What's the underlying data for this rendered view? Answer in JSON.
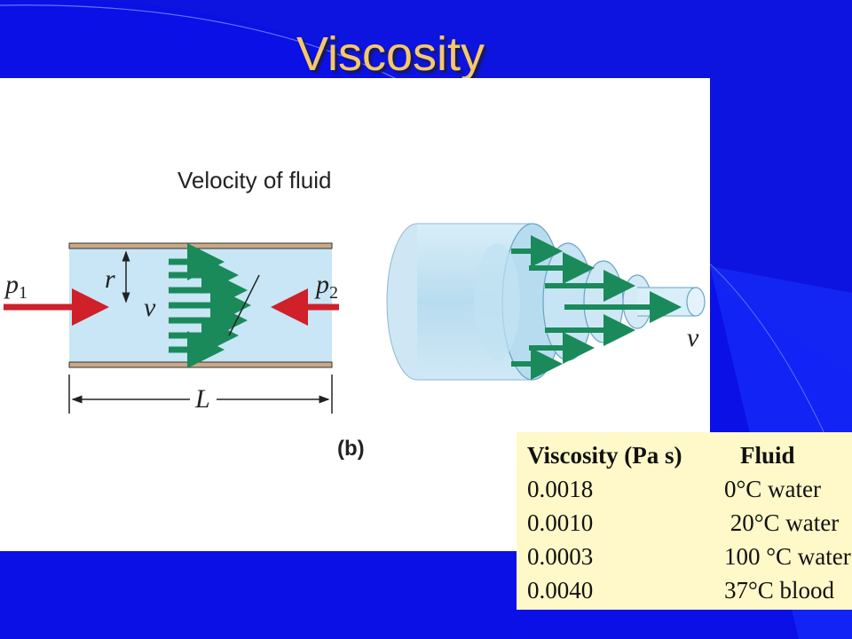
{
  "slide": {
    "title": "Viscosity",
    "background_color": "#0a10e6",
    "title_color": "#f5c86a"
  },
  "figure": {
    "label_velocity": "Velocity of fluid",
    "label_p1": "p",
    "label_p1_sub": "1",
    "label_p2": "p",
    "label_p2_sub": "2",
    "label_r": "r",
    "label_v": "v",
    "label_L": "L",
    "label_v_right": "v",
    "panel_label": "(b)",
    "arrow_color_flow": "#1a8a5a",
    "arrow_color_pressure": "#d0202a",
    "fluid_color": "#c8e6f5"
  },
  "table": {
    "headers": [
      "Viscosity (Pa s)",
      "Fluid"
    ],
    "rows": [
      [
        "0.0018",
        "0°C water"
      ],
      [
        "0.0010",
        " 20°C water"
      ],
      [
        "0.0003",
        "100 °C water"
      ],
      [
        "0.0040",
        "37°C blood"
      ]
    ]
  }
}
